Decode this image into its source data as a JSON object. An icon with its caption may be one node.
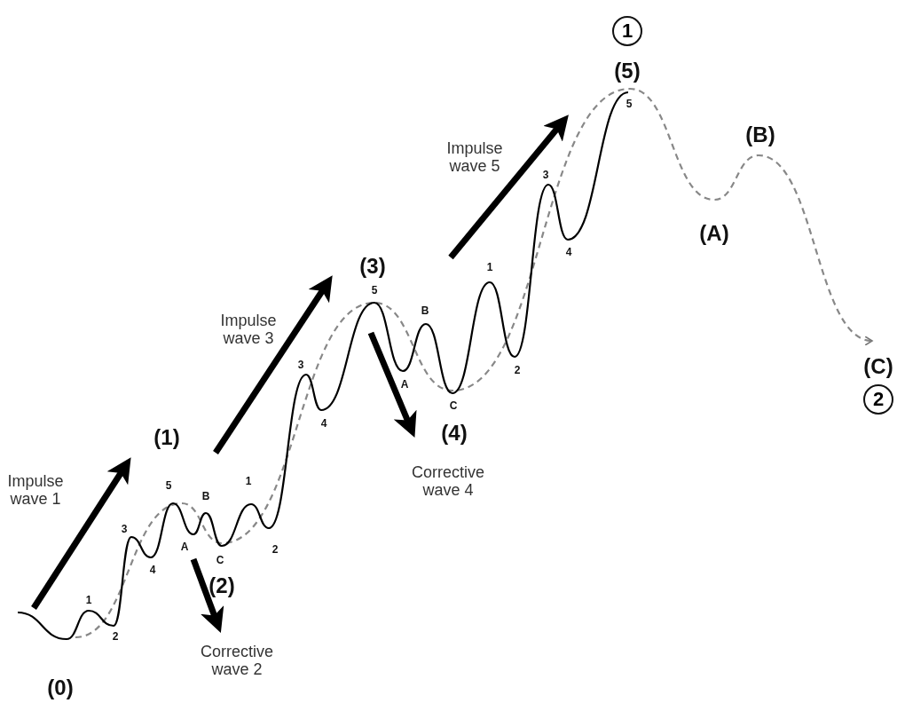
{
  "diagram": {
    "nodes": [
      {
        "text": [
          "1"
        ],
        "beside": [
          "(5)"
        ]
      },
      {
        "text": [
          "2"
        ],
        "beside": [
          "(C)"
        ]
      }
    ],
    "labels": [
      "5",
      "(B)",
      "Impulse wave 5",
      "3",
      "(A)",
      "4",
      "(3)",
      "5",
      "Impulse wave 3",
      "B",
      "1",
      "3",
      "2",
      "A",
      "C",
      "4",
      "(4)",
      "(1)",
      "Corrective wave 4",
      "5",
      "Impulse wave 1",
      "B",
      "1",
      "3",
      "A",
      "2",
      "4",
      "C",
      "(2)",
      "1",
      "2",
      "Corrective wave 2",
      "(0)"
    ]
  }
}
